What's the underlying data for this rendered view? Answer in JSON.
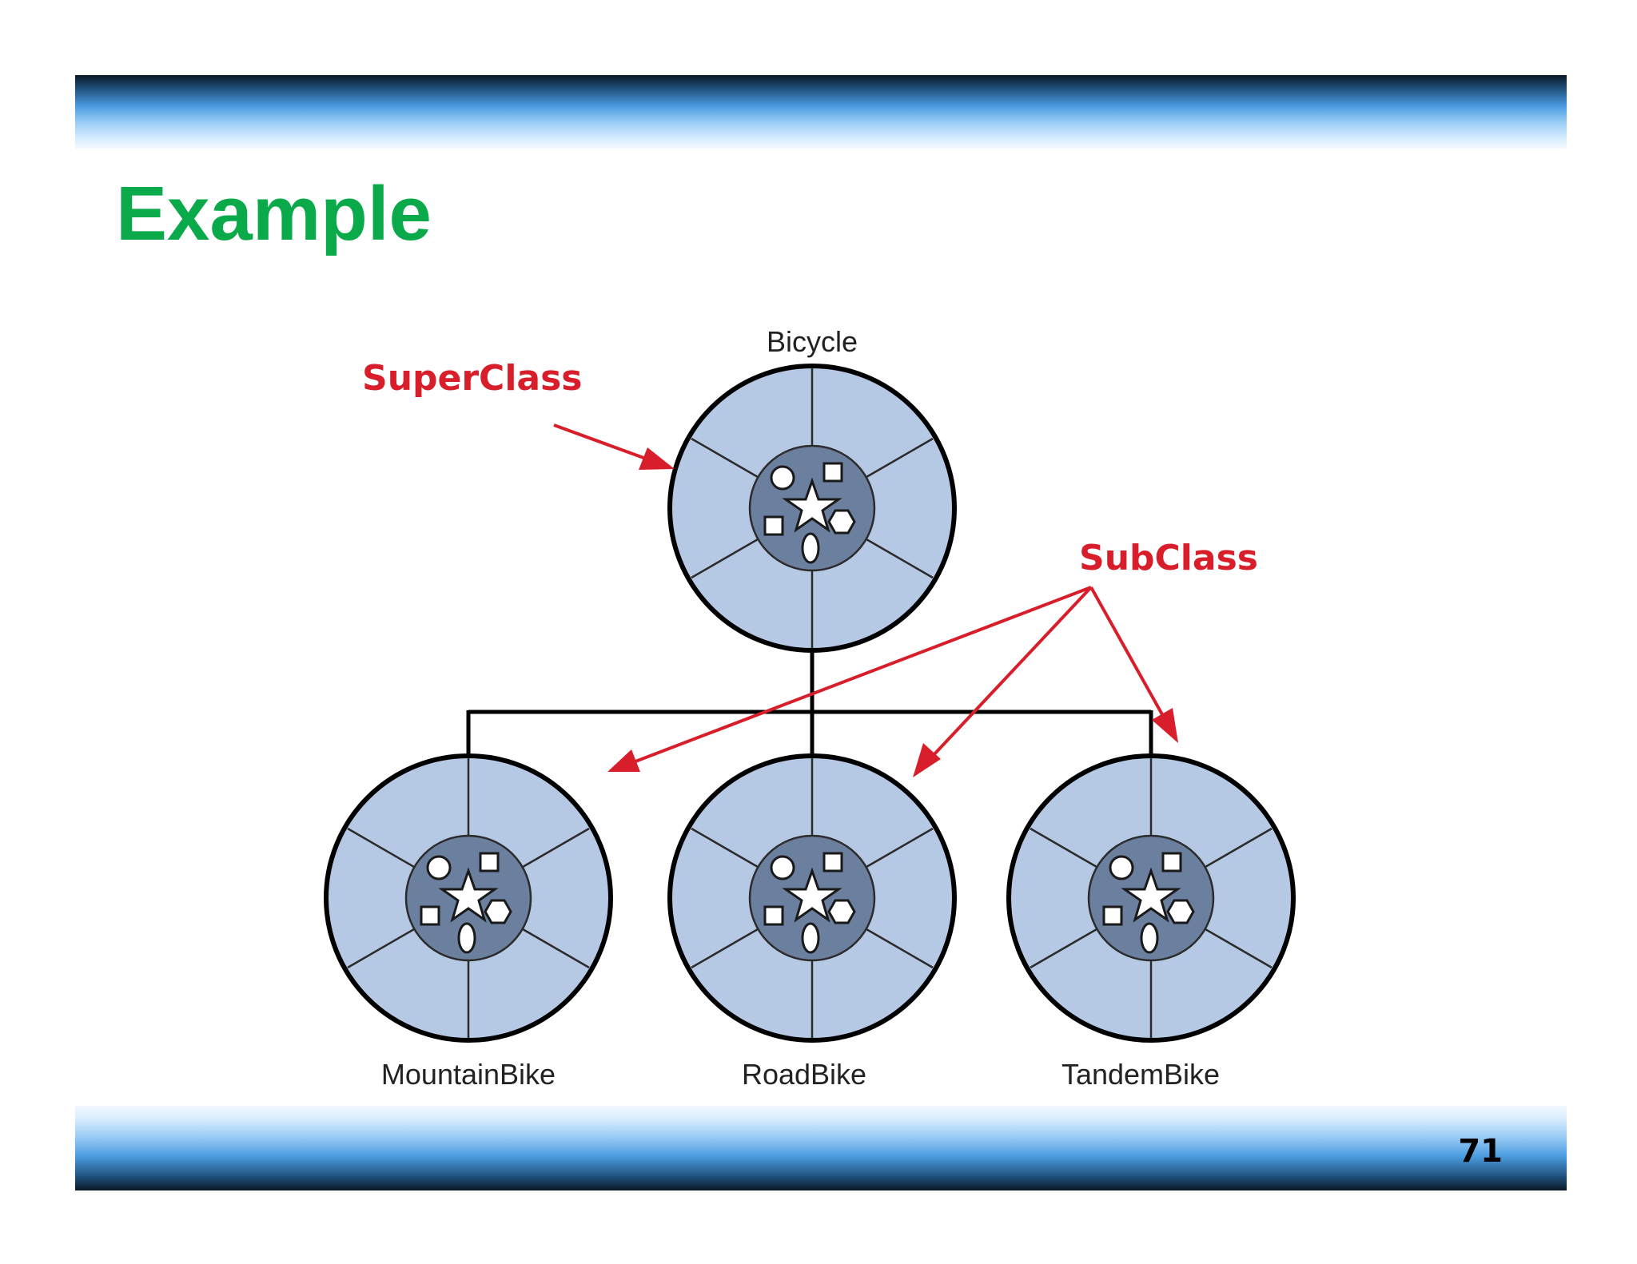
{
  "slide": {
    "title": "Example",
    "page_number": "71"
  },
  "diagram": {
    "superclass": {
      "name": "Bicycle",
      "annotation": "SuperClass"
    },
    "subclass_annotation": "SubClass",
    "subclasses": [
      {
        "name": "MountainBike"
      },
      {
        "name": "RoadBike"
      },
      {
        "name": "TandemBike"
      }
    ],
    "colors": {
      "wheel_fill": "#b5c9e4",
      "hub_fill": "#6b7f9e",
      "arrow": "#d81e2a",
      "title": "#0aaa4a"
    }
  }
}
